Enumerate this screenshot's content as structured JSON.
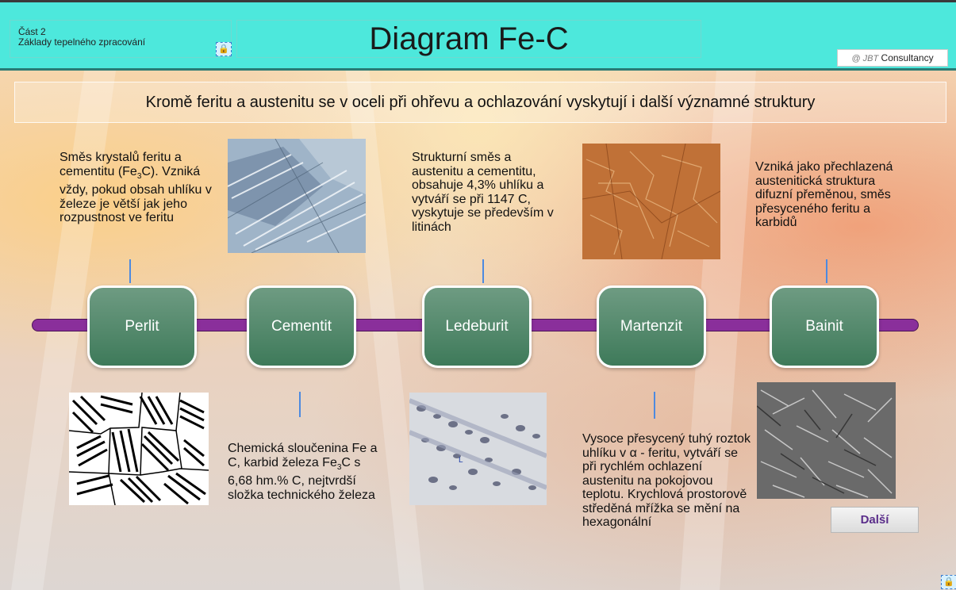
{
  "header": {
    "section_line1": "Část 2",
    "section_line2": "Základy tepelného zpracování",
    "title": "Diagram Fe-C",
    "logo_mark": "@ JBT",
    "logo_text": "Consultancy"
  },
  "subtitle": "Kromě feritu a austenitu se v oceli při ohřevu a ochlazování vyskytují i další významné struktury",
  "timeline": {
    "bar_color": "#8a2f9b",
    "node_color": "#4e8a69",
    "nodes": [
      {
        "label": "Perlit"
      },
      {
        "label": "Cementit"
      },
      {
        "label": "Ledeburit"
      },
      {
        "label": "Martenzit"
      },
      {
        "label": "Bainit"
      }
    ]
  },
  "descriptions": {
    "perlit": {
      "pre": "Směs krystalů feritu a cementitu (Fe",
      "sub": "3",
      "post": "C). Vzniká vždy, pokud obsah uhlíku v železe je větší jak jeho rozpustnost ve feritu"
    },
    "cementit": {
      "pre": "Chemická sloučenina Fe a C, karbid železa Fe",
      "sub": "3",
      "post": "C s 6,68 hm.% C, nejtvrdší složka technického železa"
    },
    "ledeburit": "Strukturní směs a austenitu a cementitu, obsahuje 4,3% uhlíku a vytváří se při 1147 C, vyskytuje se především v litinách",
    "martenzit": "Vysoce přesycený tuhý roztok uhlíku v α - feritu, vytváří se při rychlém ochlazení austenitu na pokojovou teplotu. Krychlová prostorově středěná mřížka se mění na hexagonální",
    "bainit": "Vzniká jako přechlazená austenitická struktura difuzní přeměnou, směs přesyceného feritu a karbidů"
  },
  "next_button": "Další",
  "icons": {
    "lock": "lock-icon"
  }
}
